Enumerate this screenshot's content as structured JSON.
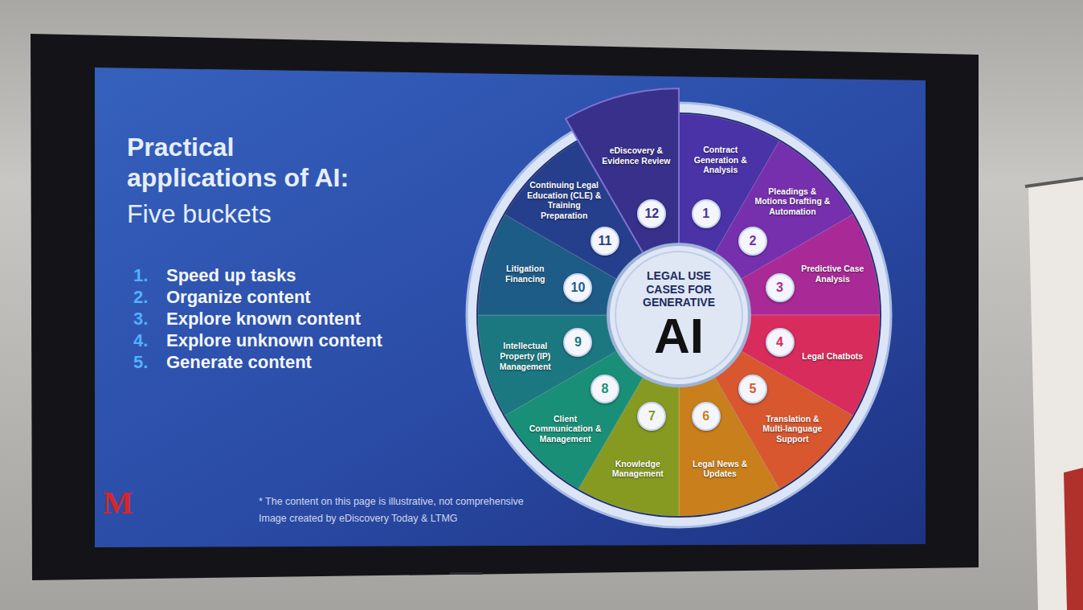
{
  "diagram": {
    "title": "Practical applications of AI:",
    "nodes": [
      {
        "text": [
          "Contract Generation & Analysis"
        ]
      },
      {
        "text": [
          "1"
        ],
        "in": 0
      },
      {
        "text": [
          "Pleadings & Motions Drafting & Automation"
        ]
      },
      {
        "text": [
          "2"
        ],
        "in": 2
      },
      {
        "text": [
          "Predictive Case Analysis"
        ]
      },
      {
        "text": [
          "3"
        ],
        "in": 4
      },
      {
        "text": [
          "Legal Chatbots"
        ]
      },
      {
        "text": [
          "4"
        ],
        "in": 6
      },
      {
        "text": [
          "Translation & Multi-language Support"
        ]
      },
      {
        "text": [
          "5"
        ],
        "in": 8
      },
      {
        "text": [
          "Legal News & Updates"
        ]
      },
      {
        "text": [
          "6"
        ],
        "in": 10
      },
      {
        "text": [
          "Knowledge Management"
        ]
      },
      {
        "text": [
          "7"
        ],
        "in": 12
      },
      {
        "text": [
          "Client Communication & Management"
        ]
      },
      {
        "text": [
          "8"
        ],
        "in": 14
      },
      {
        "text": [
          "Intellectual Property (IP) Management"
        ]
      },
      {
        "text": [
          "9"
        ],
        "in": 16
      },
      {
        "text": [
          "Litigation Financing"
        ]
      },
      {
        "text": [
          "10"
        ],
        "in": 18
      },
      {
        "text": [
          "Continuing Legal Education (CLE) & Training Preparation"
        ]
      },
      {
        "text": [
          "11"
        ],
        "in": 20
      },
      {
        "text": [
          "eDiscovery & Evidence Review"
        ]
      },
      {
        "text": [
          "12"
        ],
        "in": 22
      },
      {
        "text": [
          "LEGAL USE CASES FOR GENERATIVE",
          "AI"
        ]
      }
    ],
    "labels": [
      "Five buckets",
      "1.",
      "Speed up tasks",
      "2.",
      "Organize content",
      "3.",
      "Explore known content",
      "4.",
      "Explore unknown content",
      "5.",
      "Generate content",
      "* The content on this page is illustrative, not comprehensive",
      "Image created by eDiscovery Today & LTMG",
      "M"
    ]
  }
}
